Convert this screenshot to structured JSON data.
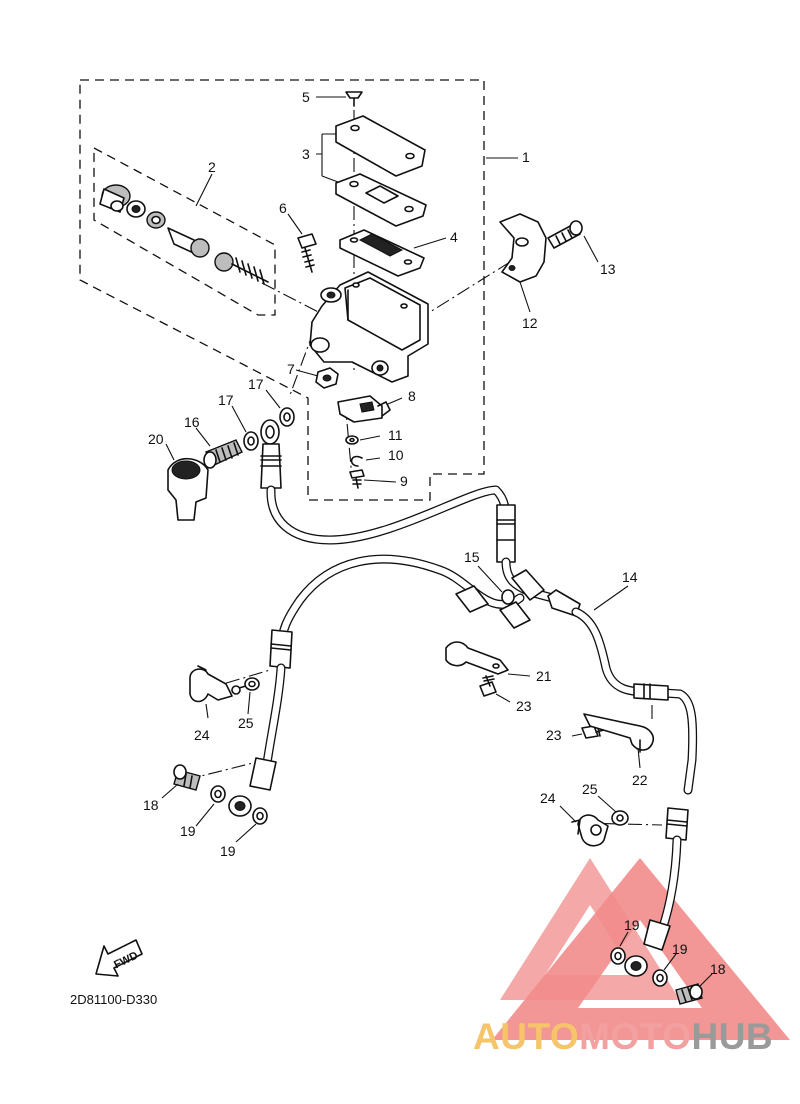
{
  "diagram_code": "2D81100-D330",
  "direction_label": "FWD",
  "callouts": [
    "1",
    "2",
    "3",
    "4",
    "5",
    "6",
    "7",
    "8",
    "9",
    "10",
    "11",
    "12",
    "13",
    "14",
    "15",
    "16",
    "17",
    "17",
    "18",
    "18",
    "19",
    "19",
    "19",
    "19",
    "20",
    "21",
    "22",
    "23",
    "23",
    "24",
    "24",
    "25",
    "25"
  ],
  "watermark": {
    "part1": "AUTO",
    "part2": "MOTO",
    "part3": "HUB",
    "colors": {
      "auto": "#f6c46a",
      "moto": "#f2a0a0",
      "hub": "#9a9a9a",
      "triangle": "#f28b8b"
    }
  }
}
